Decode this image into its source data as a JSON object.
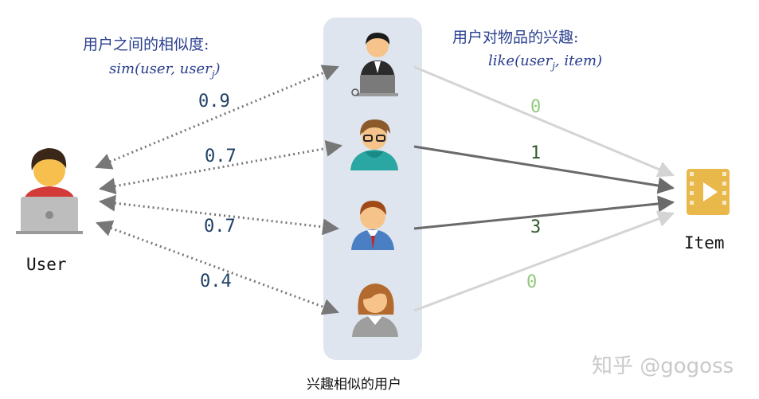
{
  "similarity_title": "用户之间的相似度:",
  "similarity_formula": "sim(user, user",
  "similarity_formula_sub": "j",
  "similarity_formula_close": ")",
  "interest_title": "用户对物品的兴趣:",
  "interest_formula": "like(user",
  "interest_formula_sub": "j",
  "interest_formula_close": ", item)",
  "user_label": "User",
  "item_label": "Item",
  "column_caption": "兴趣相似的用户",
  "watermark": "知乎 @gogoss",
  "similarities": [
    "0.9",
    "0.7",
    "0.7",
    "0.4"
  ],
  "interests": [
    {
      "value": "0",
      "label_color": "#8fc97a",
      "line_color": "#d4d4d4"
    },
    {
      "value": "1",
      "label_color": "#2f5a2a",
      "line_color": "#6a6a6a"
    },
    {
      "value": "3",
      "label_color": "#2f5a2a",
      "line_color": "#6a6a6a"
    },
    {
      "value": "0",
      "label_color": "#8fc97a",
      "line_color": "#d4d4d4"
    }
  ],
  "colors": {
    "formula_text": "#2a3f8f",
    "dotted_line": "#777777",
    "column_bg": "#dfe5ee",
    "item_icon": "#e8b84a"
  }
}
